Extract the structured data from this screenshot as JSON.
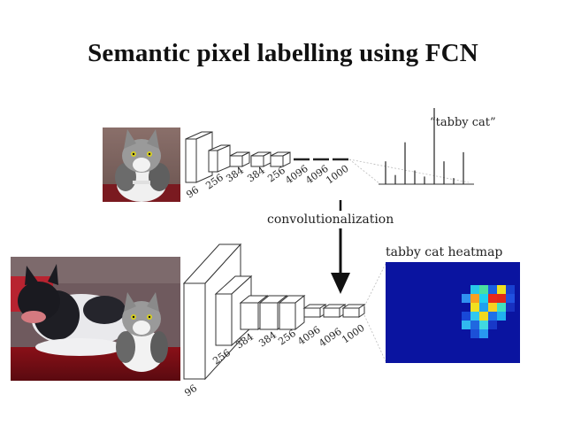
{
  "slide": {
    "title": "Semantic pixel labelling using FCN"
  },
  "top_network": {
    "layer_labels": [
      "96",
      "256",
      "384",
      "384",
      "256",
      "4096",
      "4096",
      "1000"
    ],
    "output_label": "“tabby cat”",
    "output_bars": [
      0.3,
      0.12,
      0.55,
      0.18,
      0.1,
      1.0,
      0.3,
      0.08,
      0.42
    ]
  },
  "conversion": {
    "label": "convolutionalization"
  },
  "bottom_network": {
    "layer_labels": [
      "96",
      "256",
      "384",
      "384",
      "256",
      "4096",
      "4096",
      "1000"
    ],
    "output_label": "tabby cat heatmap"
  },
  "colors": {
    "heatmap_background": "#0a14a0",
    "heatmap_hot": "#e8281a",
    "box_stroke": "#333333"
  }
}
